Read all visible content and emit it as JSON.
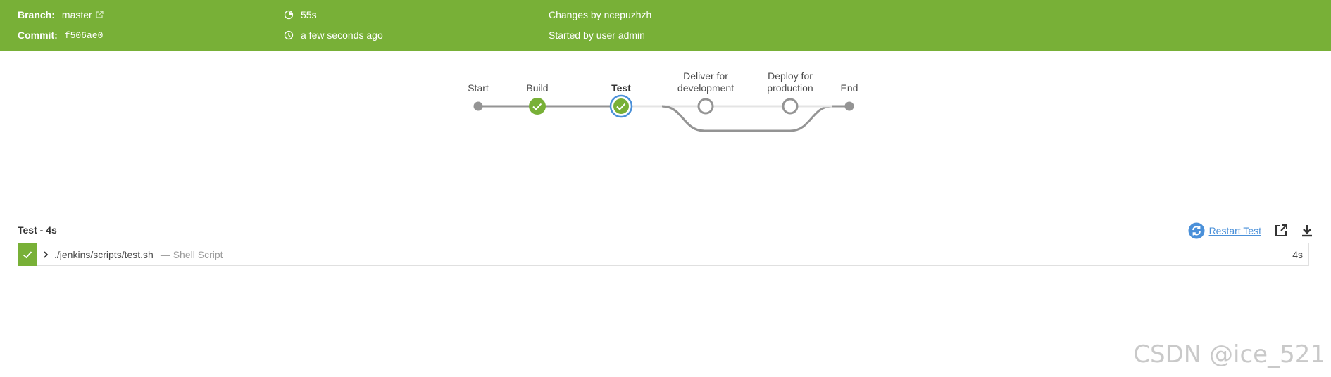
{
  "header": {
    "branch_label": "Branch:",
    "branch_value": "master",
    "commit_label": "Commit:",
    "commit_value": "f506ae0",
    "duration": "55s",
    "time_ago": "a few seconds ago",
    "changes": "Changes by ncepuzhzh",
    "started_by": "Started by user admin",
    "icons": [
      "external-link-icon",
      "duration-icon",
      "clock-icon"
    ]
  },
  "pipeline": {
    "stages": [
      {
        "label": "Start",
        "status": "start"
      },
      {
        "label": "Build",
        "status": "success"
      },
      {
        "label": "Test",
        "status": "success-selected"
      },
      {
        "label_lines": [
          "Deliver for",
          "development"
        ],
        "status": "not-built"
      },
      {
        "label_lines": [
          "Deploy for",
          "production"
        ],
        "status": "not-built"
      },
      {
        "label": "End",
        "status": "end"
      }
    ],
    "colors": {
      "success": "#78b037",
      "selected": "#4a90d9",
      "line": "#949494",
      "not_built_line": "#e4e4e4"
    }
  },
  "step": {
    "title": "Test - 4s",
    "restart_label": "Restart Test",
    "command": "./jenkins/scripts/test.sh",
    "type": "— Shell Script",
    "duration": "4s"
  },
  "watermark": "CSDN @ice_521"
}
